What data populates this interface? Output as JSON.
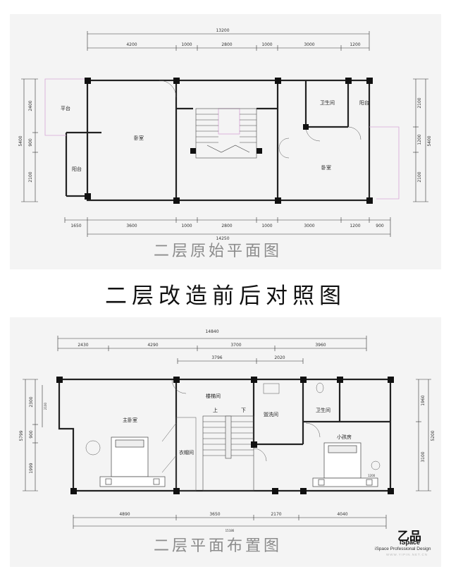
{
  "main_heading": "二层改造前后对照图",
  "top_plan": {
    "caption": "二层原始平面图",
    "dims_top_total": "13200",
    "dims_top": [
      "4200",
      "1000",
      "2800",
      "1000",
      "3000",
      "1200"
    ],
    "dims_bottom": [
      "1650",
      "3600",
      "1000",
      "2800",
      "1000",
      "3000",
      "1200",
      "900"
    ],
    "dims_bottom_total": "14250",
    "dims_left_total": "5400",
    "dims_left": [
      "2400",
      "900",
      "2100"
    ],
    "dims_right_total": "5400",
    "dims_right": [
      "2100",
      "1200",
      "2100"
    ],
    "rooms": {
      "platform": "平台",
      "bedroom_left": "卧室",
      "balcony_left": "阳台",
      "bathroom": "卫生间",
      "balcony_right": "阳台",
      "bedroom_right": "卧室"
    }
  },
  "bottom_plan": {
    "caption": "二层平面布置图",
    "dims_top_total": "14840",
    "dims_top": [
      "2430",
      "4290",
      "3700",
      "3960"
    ],
    "dims_top_inner": [
      "3796",
      "2020"
    ],
    "dims_left_total": "5799",
    "dims_left": [
      "2300",
      "900",
      "1999"
    ],
    "dims_left_inner": "2100",
    "dims_right_total": "5200",
    "dims_right": [
      "1960",
      "3100"
    ],
    "dims_bottom": [
      "4890",
      "3650",
      "2170",
      "4040"
    ],
    "dims_bottom_total": "15186",
    "inner_bed_dim": "1200",
    "rooms": {
      "master_bedroom": "主卧室",
      "staircase": "楼梯间",
      "up": "上",
      "down": "下",
      "washroom": "盥洗间",
      "bathroom": "卫生间",
      "small_bedroom": "小孩房",
      "closet": "衣帽间"
    }
  },
  "logo": {
    "mark": "乙品",
    "brand": "iSpace",
    "tagline": "iSpace Professional Design",
    "url": "WWW.YIPIN.NET.CN"
  }
}
